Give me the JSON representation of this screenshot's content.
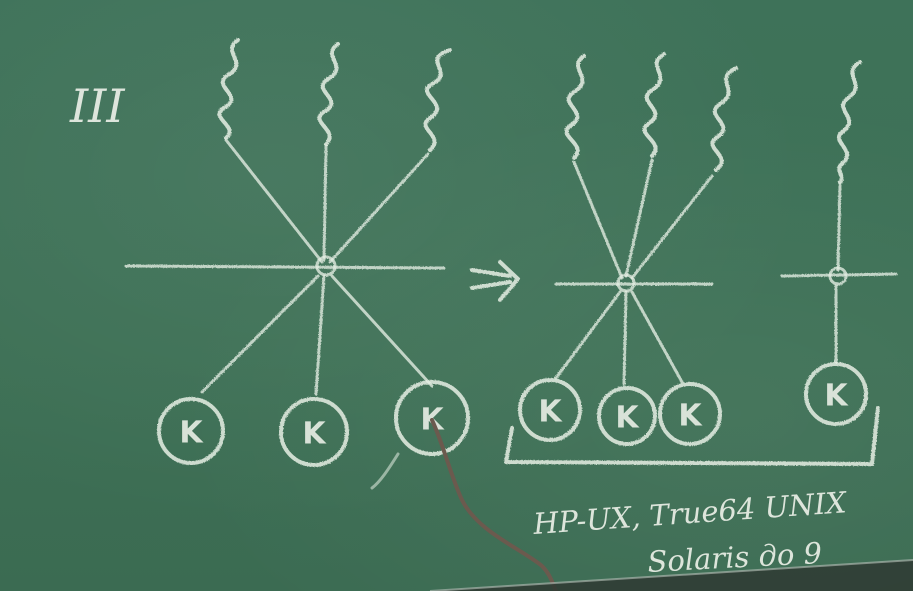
{
  "scene": {
    "roman_numeral": "III",
    "arrow": "⇒",
    "kernel_thread_label": "K",
    "os_line_1": "HP-UX, True64 UNIX",
    "os_line_2": "Solaris до 9"
  },
  "colors": {
    "board": "#3e7259",
    "chalk": "#e6eee4",
    "cable": "#6b5a4e"
  }
}
